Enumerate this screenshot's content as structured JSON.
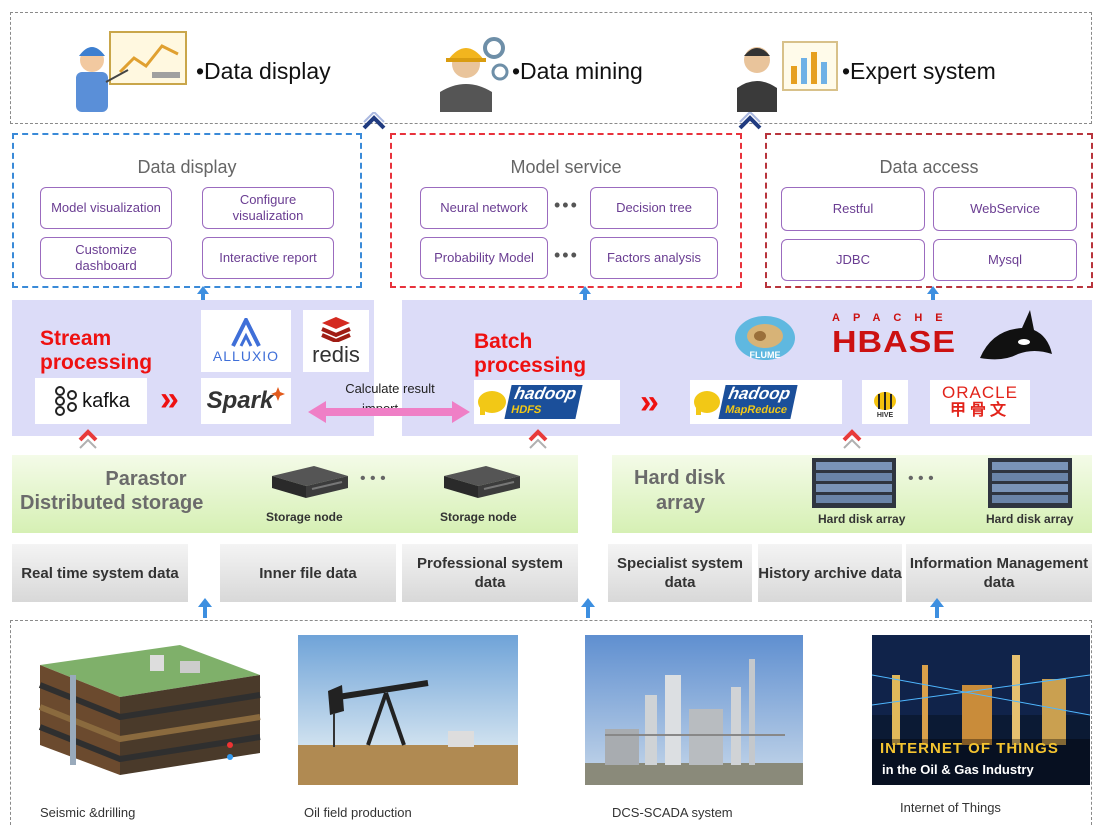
{
  "apps": [
    {
      "label": "•Data display"
    },
    {
      "label": "•Data mining"
    },
    {
      "label": "•Expert system"
    }
  ],
  "services": {
    "display": {
      "title": "Data display",
      "items": [
        "Model visualization",
        "Configure visualization",
        "Customize dashboard",
        "Interactive report"
      ],
      "color": "#3a8ad8"
    },
    "model": {
      "title": "Model service",
      "items": [
        "Neural network",
        "Decision tree",
        "Probability Model",
        "Factors analysis"
      ],
      "dots": "•••",
      "color": "#e8323c"
    },
    "access": {
      "title": "Data access",
      "items": [
        "Restful",
        "WebService",
        "JDBC",
        "Mysql"
      ],
      "color": "#b8343c"
    }
  },
  "processing": {
    "stream_title": "Stream processing",
    "batch_title": "Batch processing",
    "logos": {
      "alluxio": "ALLUXIO",
      "redis": "redis",
      "kafka": "kafka",
      "spark": "Spark",
      "hadoop": "hadoop",
      "hdfs": "HDFS",
      "mapreduce": "MapReduce",
      "flume": "FLUME",
      "apache": "APACHE",
      "hbase": "HBASE",
      "hive": "HIVE",
      "oracle": "ORACLE",
      "oracle_cn": "甲骨文"
    },
    "arrow_label_1": "Calculate result",
    "arrow_label_2": "import",
    "chevrons": "»"
  },
  "storage": {
    "parastor_title_1": "Parastor",
    "parastor_title_2": "Distributed storage",
    "node_label": "Storage node",
    "dots": "•  •  •",
    "array_title_1": "Hard disk",
    "array_title_2": "array",
    "array_label": "Hard disk array"
  },
  "sources": [
    "Real time system data",
    "Inner file data",
    "Professional system data",
    "Specialist system data",
    "History archive data",
    "Information Management data"
  ],
  "bottom": {
    "captions": [
      "Seismic &drilling",
      "Oil field production",
      "DCS-SCADA system",
      "Internet of Things"
    ],
    "iot_overlay_1": "INTERNET OF THINGS",
    "iot_overlay_2": "in the Oil & Gas Industry"
  }
}
